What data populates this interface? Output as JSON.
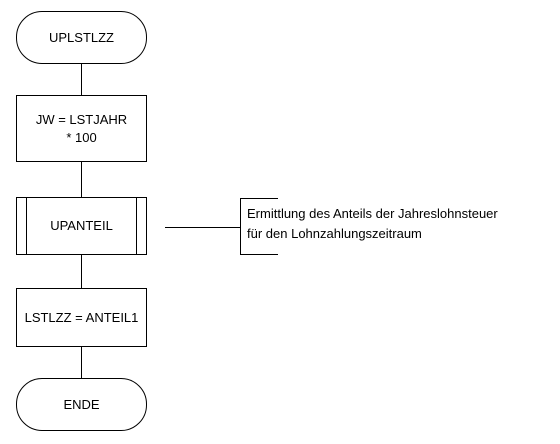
{
  "flowchart": {
    "start": "UPLSTLZZ",
    "step1_line1": "JW = LSTJAHR",
    "step1_line2": "* 100",
    "subroutine": "UPANTEIL",
    "step2": "LSTLZZ = ANTEIL1",
    "end": "ENDE"
  },
  "annotation": {
    "line1": "Ermittlung des Anteils der Jahreslohnsteuer",
    "line2": "für den Lohnzahlungszeitraum"
  }
}
